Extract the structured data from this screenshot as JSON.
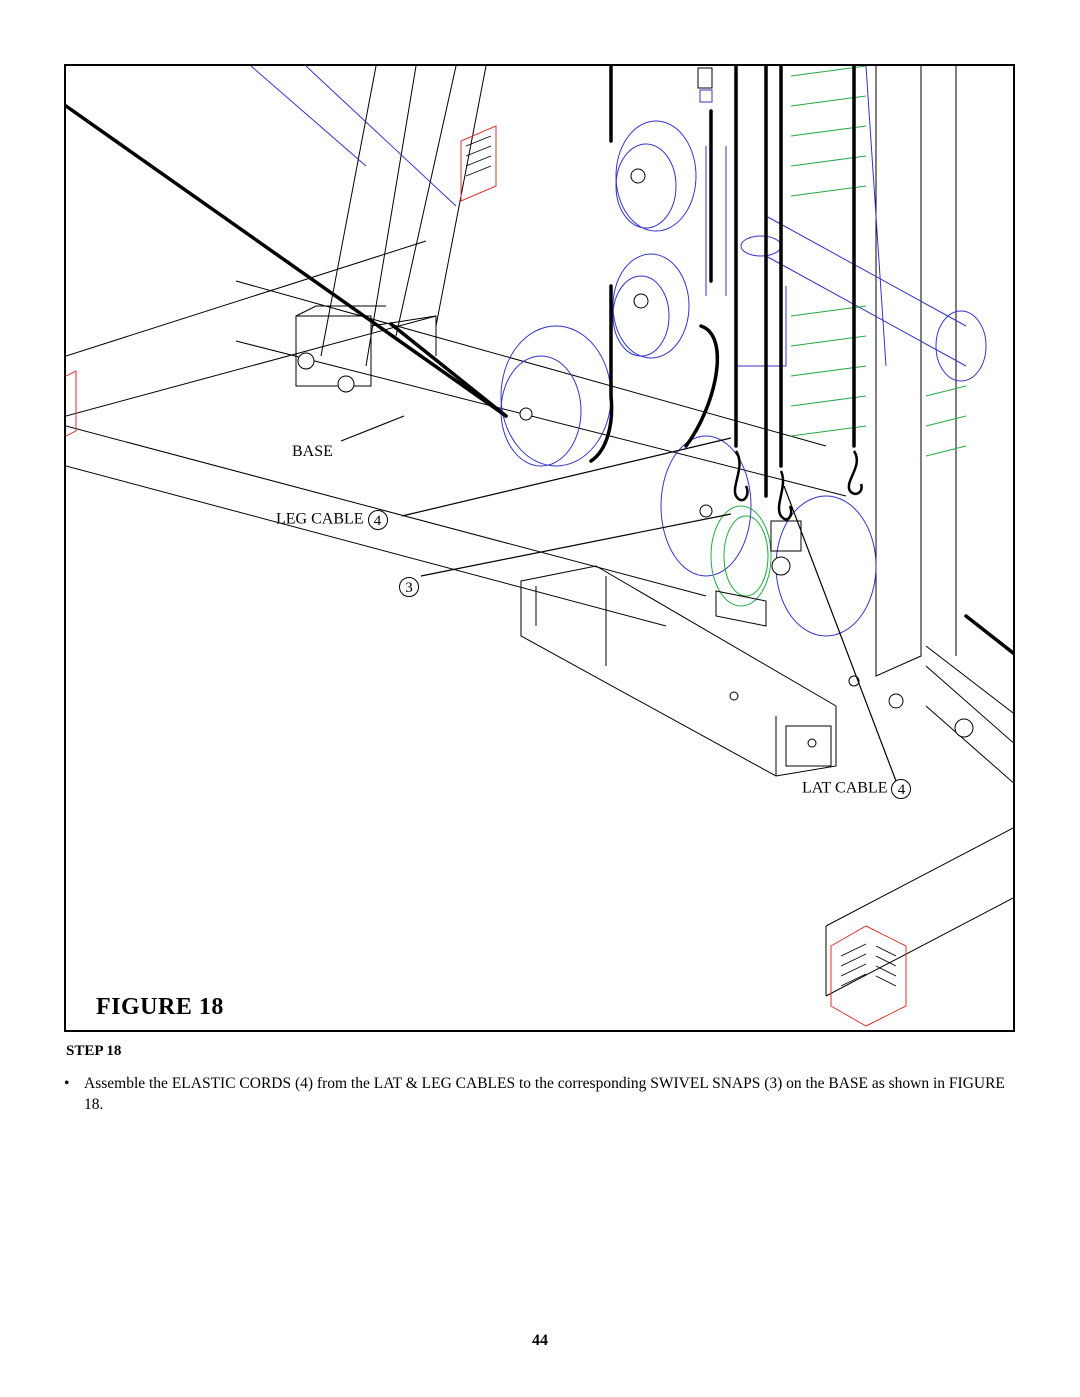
{
  "figure": {
    "caption": "FIGURE 18",
    "callouts": {
      "base": "BASE",
      "leg_cable": "LEG CABLE",
      "leg_cable_num": "4",
      "swivel_snap_num": "3",
      "lat_cable": "LAT CABLE",
      "lat_cable_num": "4"
    }
  },
  "step": {
    "heading": "STEP 18",
    "bullet": "•",
    "instruction": "Assemble the ELASTIC CORDS (4) from the LAT & LEG CABLES to the corresponding SWIVEL SNAPS (3) on the BASE as shown in FIGURE 18."
  },
  "page_number": "44",
  "colors": {
    "line": "#000000",
    "blue_outline": "#3333cc",
    "green_outline": "#22aa44",
    "red_outline": "#dd3333"
  }
}
